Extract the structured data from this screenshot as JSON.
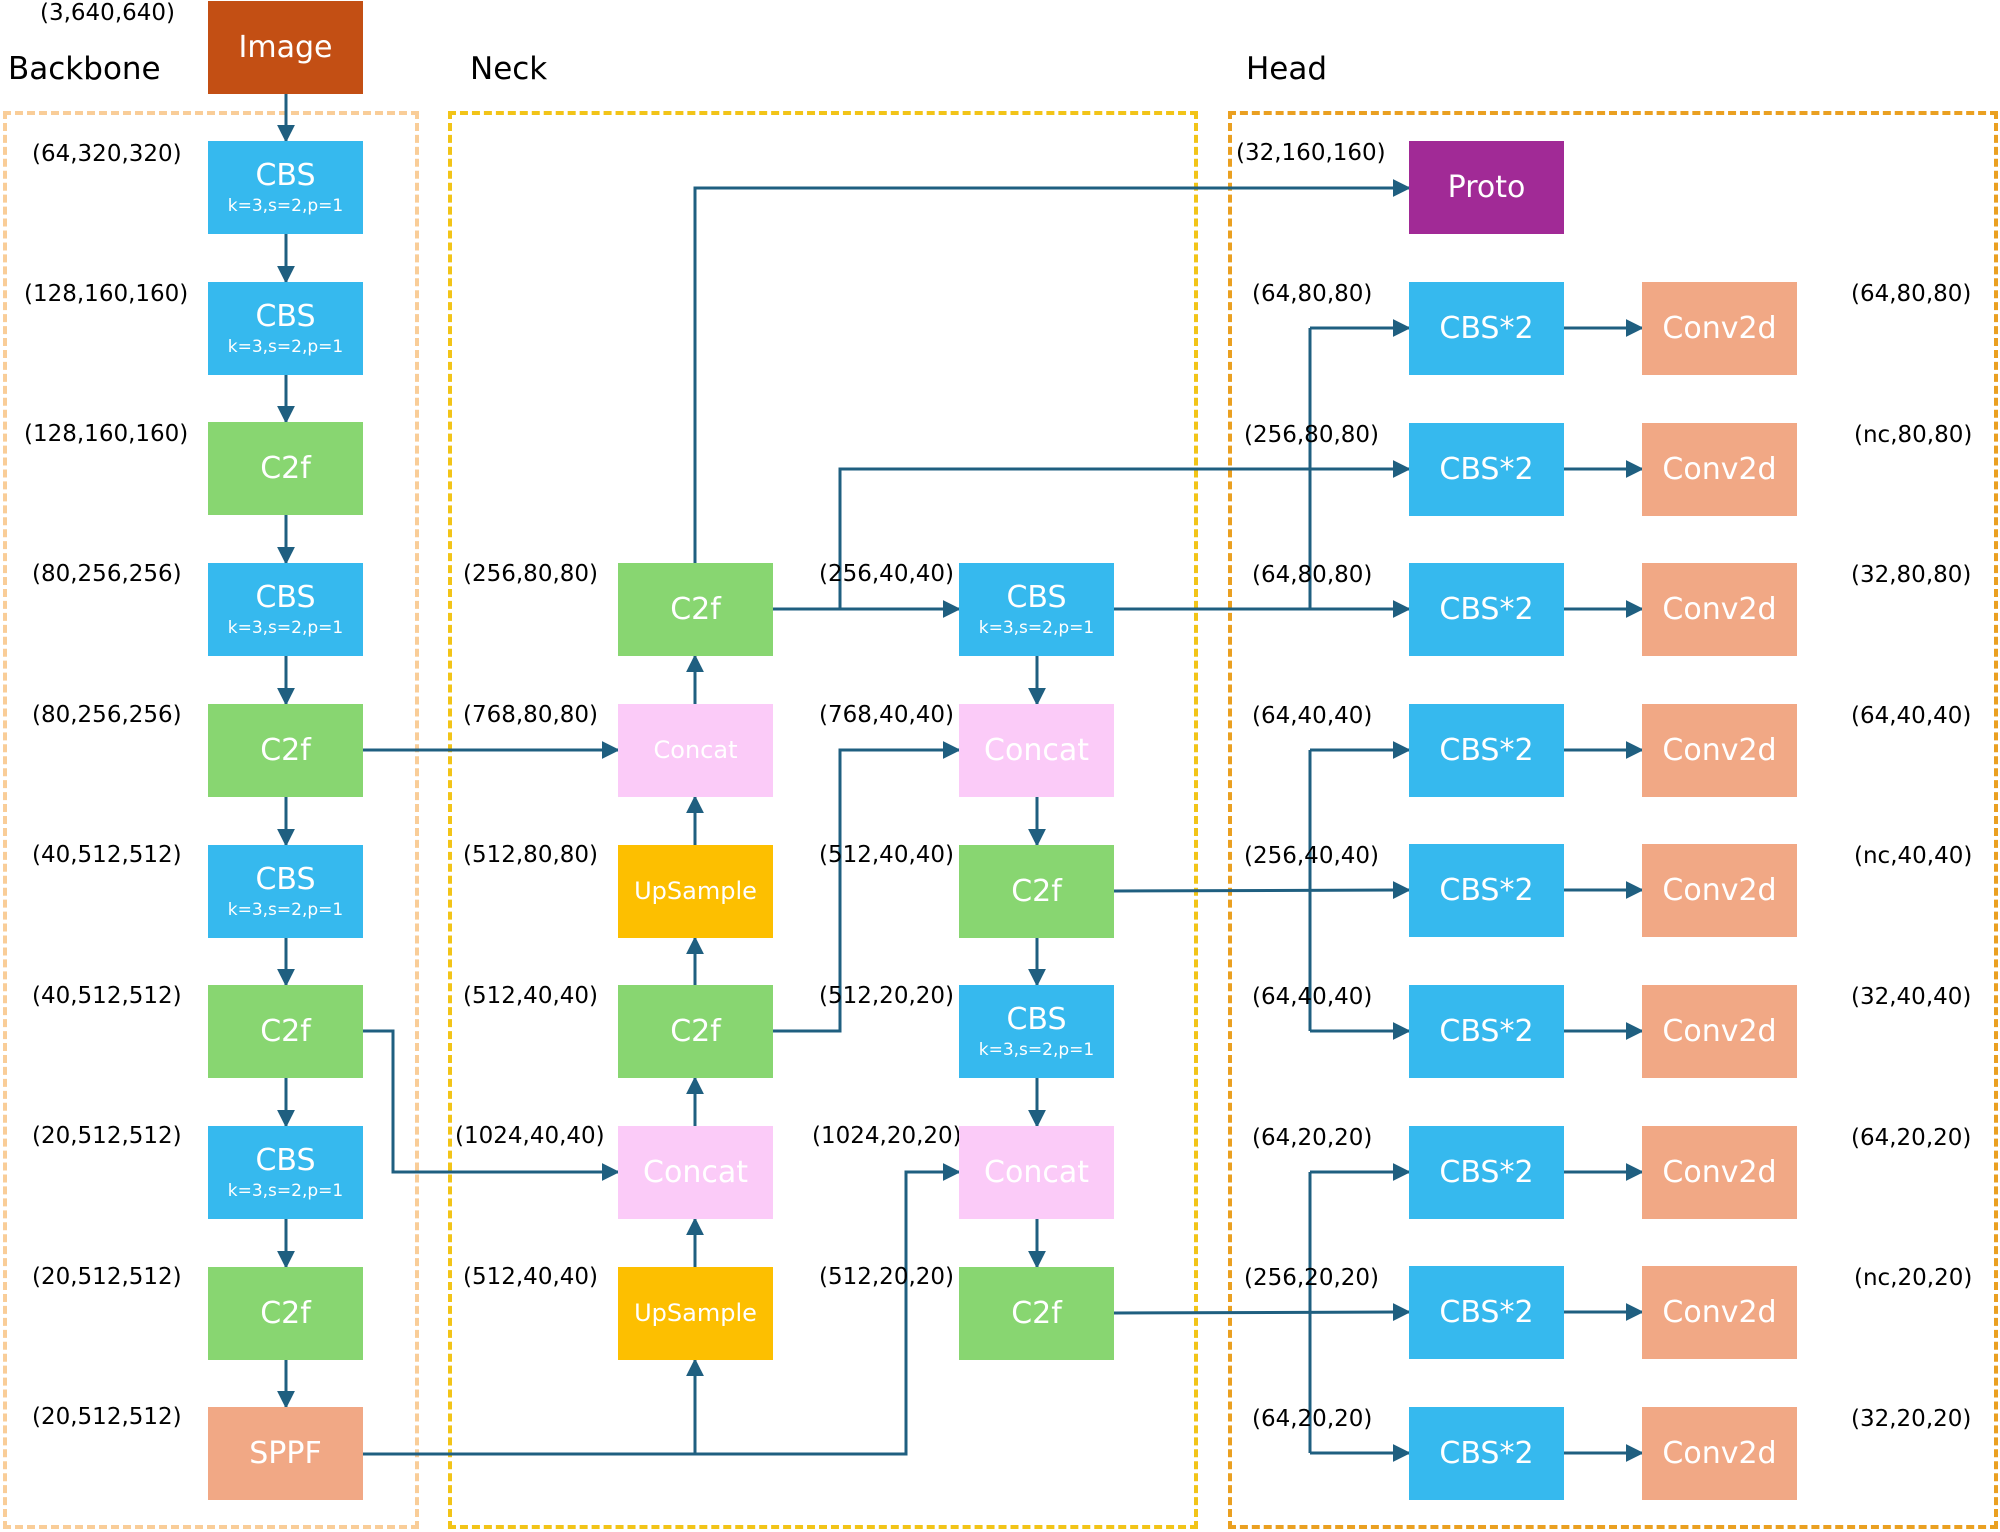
{
  "sections": {
    "backbone": "Backbone",
    "neck": "Neck",
    "head": "Head"
  },
  "colors": {
    "cbs": "#36b9ee",
    "c2f": "#88d671",
    "concat": "#fbcbf8",
    "upsample": "#fdbf00",
    "sppf": "#f1a885",
    "image": "#c34f14",
    "proto": "#a12a96",
    "conv2d": "#f1a885",
    "arrow": "#1f5f80"
  },
  "backbone": {
    "image": {
      "label": "Image",
      "shape": "(3,640,640)"
    },
    "blocks": [
      {
        "label": "CBS",
        "sub": "k=3,s=2,p=1",
        "shape": "(64,320,320)"
      },
      {
        "label": "CBS",
        "sub": "k=3,s=2,p=1",
        "shape": "(128,160,160)"
      },
      {
        "label": "C2f",
        "shape": "(128,160,160)"
      },
      {
        "label": "CBS",
        "sub": "k=3,s=2,p=1",
        "shape": "(80,256,256)"
      },
      {
        "label": "C2f",
        "shape": "(80,256,256)"
      },
      {
        "label": "CBS",
        "sub": "k=3,s=2,p=1",
        "shape": "(40,512,512)"
      },
      {
        "label": "C2f",
        "shape": "(40,512,512)"
      },
      {
        "label": "CBS",
        "sub": "k=3,s=2,p=1",
        "shape": "(20,512,512)"
      },
      {
        "label": "C2f",
        "shape": "(20,512,512)"
      },
      {
        "label": "SPPF",
        "shape": "(20,512,512)"
      }
    ]
  },
  "neck": {
    "left": [
      {
        "label": "C2f",
        "shape": "(256,80,80)"
      },
      {
        "label": "Concat",
        "shape": "(768,80,80)"
      },
      {
        "label": "UpSample",
        "shape": "(512,80,80)"
      },
      {
        "label": "C2f",
        "shape": "(512,40,40)"
      },
      {
        "label": "Concat",
        "shape": "(1024,40,40)"
      },
      {
        "label": "UpSample",
        "shape": "(512,40,40)"
      }
    ],
    "right": [
      {
        "label": "CBS",
        "sub": "k=3,s=2,p=1",
        "shape": "(256,40,40)"
      },
      {
        "label": "Concat",
        "shape": "(768,40,40)"
      },
      {
        "label": "C2f",
        "shape": "(512,40,40)"
      },
      {
        "label": "CBS",
        "sub": "k=3,s=2,p=1",
        "shape": "(512,20,20)"
      },
      {
        "label": "Concat",
        "shape": "(1024,20,20)"
      },
      {
        "label": "C2f",
        "shape": "(512,20,20)"
      }
    ]
  },
  "head": {
    "proto": {
      "label": "Proto",
      "shape": "(32,160,160)"
    },
    "rows": [
      {
        "cbs": "CBS*2",
        "in": "(64,80,80)",
        "conv": "Conv2d",
        "out": "(64,80,80)"
      },
      {
        "cbs": "CBS*2",
        "in": "(256,80,80)",
        "conv": "Conv2d",
        "out": "(nc,80,80)"
      },
      {
        "cbs": "CBS*2",
        "in": "(64,80,80)",
        "conv": "Conv2d",
        "out": "(32,80,80)"
      },
      {
        "cbs": "CBS*2",
        "in": "(64,40,40)",
        "conv": "Conv2d",
        "out": "(64,40,40)"
      },
      {
        "cbs": "CBS*2",
        "in": "(256,40,40)",
        "conv": "Conv2d",
        "out": "(nc,40,40)"
      },
      {
        "cbs": "CBS*2",
        "in": "(64,40,40)",
        "conv": "Conv2d",
        "out": "(32,40,40)"
      },
      {
        "cbs": "CBS*2",
        "in": "(64,20,20)",
        "conv": "Conv2d",
        "out": "(64,20,20)"
      },
      {
        "cbs": "CBS*2",
        "in": "(256,20,20)",
        "conv": "Conv2d",
        "out": "(nc,20,20)"
      },
      {
        "cbs": "CBS*2",
        "in": "(64,20,20)",
        "conv": "Conv2d",
        "out": "(32,20,20)"
      }
    ]
  }
}
